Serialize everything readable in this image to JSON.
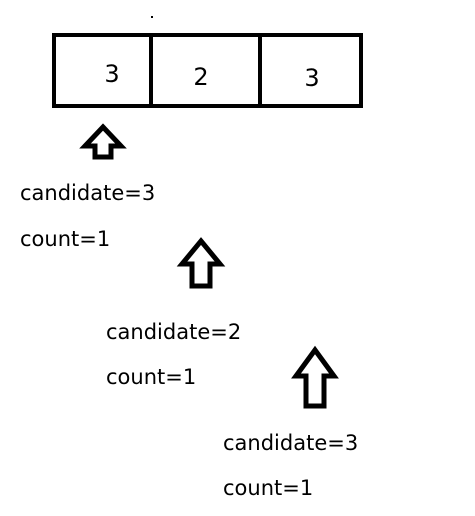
{
  "array": {
    "cells": [
      "3",
      "2",
      "3"
    ]
  },
  "steps": [
    {
      "candidate": "candidate=3",
      "count": "count=1"
    },
    {
      "candidate": "candidate=2",
      "count": "count=1"
    },
    {
      "candidate": "candidate=3",
      "count": "count=1"
    }
  ],
  "colors": {
    "stroke": "#000000",
    "text": "#000000",
    "background": "#ffffff"
  },
  "icons": {
    "pointer": "up-arrow-icon"
  }
}
